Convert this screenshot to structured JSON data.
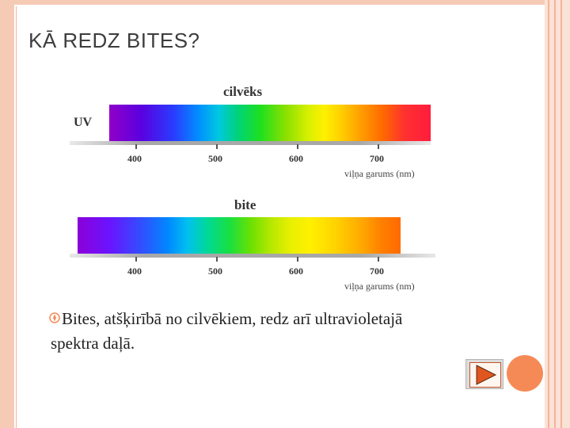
{
  "slide": {
    "title": "KĀ REDZ BITES?"
  },
  "human_spectrum": {
    "label": "cilvēks",
    "uv_label": "UV",
    "ticks": [
      "400",
      "500",
      "600",
      "700"
    ],
    "axis_label": "viļņa garums (nm)"
  },
  "bee_spectrum": {
    "label": "bite",
    "ticks": [
      "400",
      "500",
      "600",
      "700"
    ],
    "axis_label": "viļņa garums (nm)"
  },
  "bullet": {
    "line1": "Bites, atšķirībā no cilvēkiem, redz arī ultravioletajā",
    "line2": "spektra daļā."
  },
  "colors": {
    "frame": "#f6cbb6",
    "accent": "#f68a57",
    "nav_arrow": "#e0561f"
  },
  "icons": {
    "bullet": "diamond-bullet-icon",
    "next": "play-arrow-icon"
  }
}
